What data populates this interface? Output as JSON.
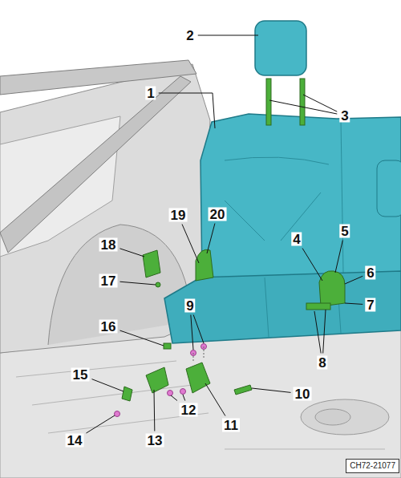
{
  "diagram": {
    "nodes": [
      {
        "text": [
          "CH72-21077"
        ]
      }
    ],
    "labels": [
      "2",
      "1",
      "3",
      "19",
      "20",
      "18",
      "4",
      "5",
      "6",
      "17",
      "9",
      "7",
      "16",
      "8",
      "15",
      "10",
      "11",
      "12",
      "13",
      "14"
    ]
  }
}
